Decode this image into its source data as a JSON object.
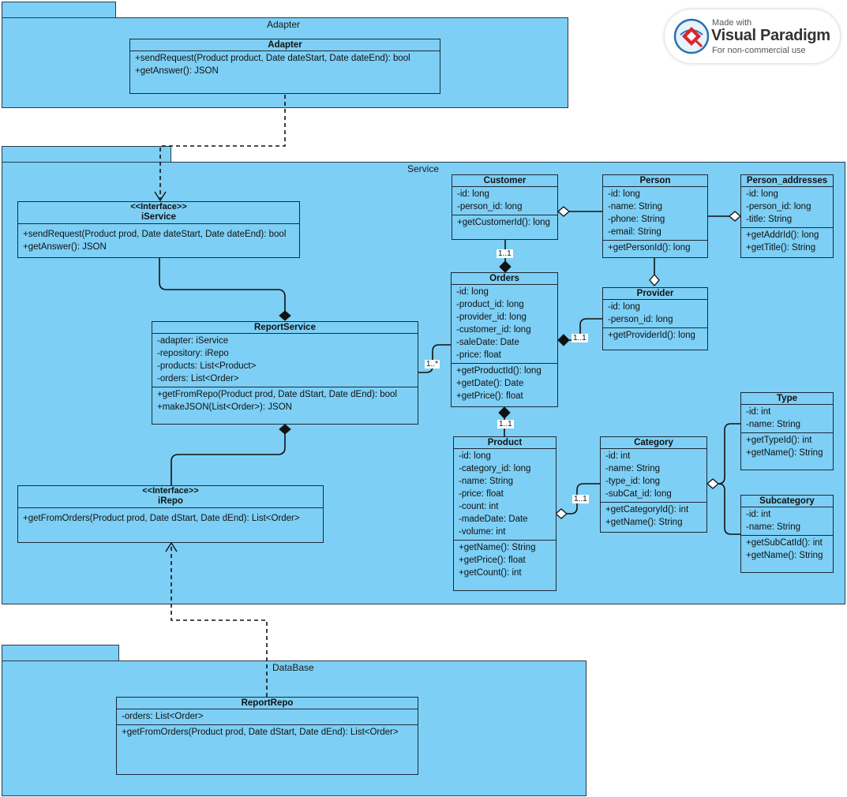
{
  "packages": {
    "adapter": "Adapter",
    "service": "Service",
    "database": "DataBase"
  },
  "logo": {
    "line1": "Made with",
    "line2": "Visual Paradigm",
    "line3": "For non-commercial use"
  },
  "classes": {
    "adapter": {
      "name": "Adapter",
      "attrs": [],
      "ops": [
        "+sendRequest(Product product, Date dateStart, Date dateEnd): bool",
        "+getAnswer(): JSON"
      ]
    },
    "iservice": {
      "stereotype": "<<Interface>>",
      "name": "iService",
      "attrs": [],
      "ops": [
        "+sendRequest(Product prod, Date dateStart, Date dateEnd): bool",
        "+getAnswer(): JSON"
      ]
    },
    "reportservice": {
      "name": "ReportService",
      "attrs": [
        "-adapter: iService",
        "-repository: iRepo",
        "-products: List<Product>",
        "-orders: List<Order>"
      ],
      "ops": [
        "+getFromRepo(Product prod, Date dStart, Date dEnd): bool",
        "+makeJSON(List<Order>): JSON"
      ]
    },
    "irepo": {
      "stereotype": "<<Interface>>",
      "name": "iRepo",
      "attrs": [],
      "ops": [
        "+getFromOrders(Product prod, Date dStart, Date dEnd): List<Order>"
      ]
    },
    "customer": {
      "name": "Customer",
      "attrs": [
        "-id: long",
        "-person_id: long"
      ],
      "ops": [
        "+getCustomerId(): long"
      ]
    },
    "person": {
      "name": "Person",
      "attrs": [
        "-id: long",
        "-name: String",
        "-phone: String",
        "-email: String"
      ],
      "ops": [
        "+getPersonId(): long"
      ]
    },
    "person_addresses": {
      "name": "Person_addresses",
      "attrs": [
        "-id: long",
        "-person_id: long",
        "-title: String"
      ],
      "ops": [
        "+getAddrId(): long",
        "+getTitle(): String"
      ]
    },
    "orders": {
      "name": "Orders",
      "attrs": [
        "-id: long",
        "-product_id: long",
        "-provider_id: long",
        "-customer_id: long",
        "-saleDate: Date",
        "-price: float"
      ],
      "ops": [
        "+getProductId(): long",
        "+getDate(): Date",
        "+getPrice(): float"
      ]
    },
    "provider": {
      "name": "Provider",
      "attrs": [
        "-id: long",
        "-person_id: long"
      ],
      "ops": [
        "+getProviderId(): long"
      ]
    },
    "product": {
      "name": "Product",
      "attrs": [
        "-id: long",
        "-category_id: long",
        "-name: String",
        "-price: float",
        "-count: int",
        "-madeDate: Date",
        "-volume: int"
      ],
      "ops": [
        "+getName(): String",
        "+getPrice(): float",
        "+getCount(): int"
      ]
    },
    "category": {
      "name": "Category",
      "attrs": [
        "-id: int",
        "-name: String",
        "-type_id: long",
        "-subCat_id: long"
      ],
      "ops": [
        "+getCategoryId(): int",
        "+getName(): String"
      ]
    },
    "type": {
      "name": "Type",
      "attrs": [
        "-id: int",
        "-name: String"
      ],
      "ops": [
        "+getTypeId(): int",
        "+getName(): String"
      ]
    },
    "subcategory": {
      "name": "Subcategory",
      "attrs": [
        "-id: int",
        "-name: String"
      ],
      "ops": [
        "+getSubCatId(): int",
        "+getName(): String"
      ]
    },
    "reportrepo": {
      "name": "ReportRepo",
      "attrs": [
        "-orders: List<Order>"
      ],
      "ops": [
        "+getFromOrders(Product prod, Date dStart, Date dEnd): List<Order>"
      ]
    }
  },
  "multiplicities": {
    "customer_orders": "1..1",
    "provider_orders": "1..1",
    "reportservice_orders": "1..*",
    "orders_product": "1..1",
    "category_product": "1..1"
  }
}
